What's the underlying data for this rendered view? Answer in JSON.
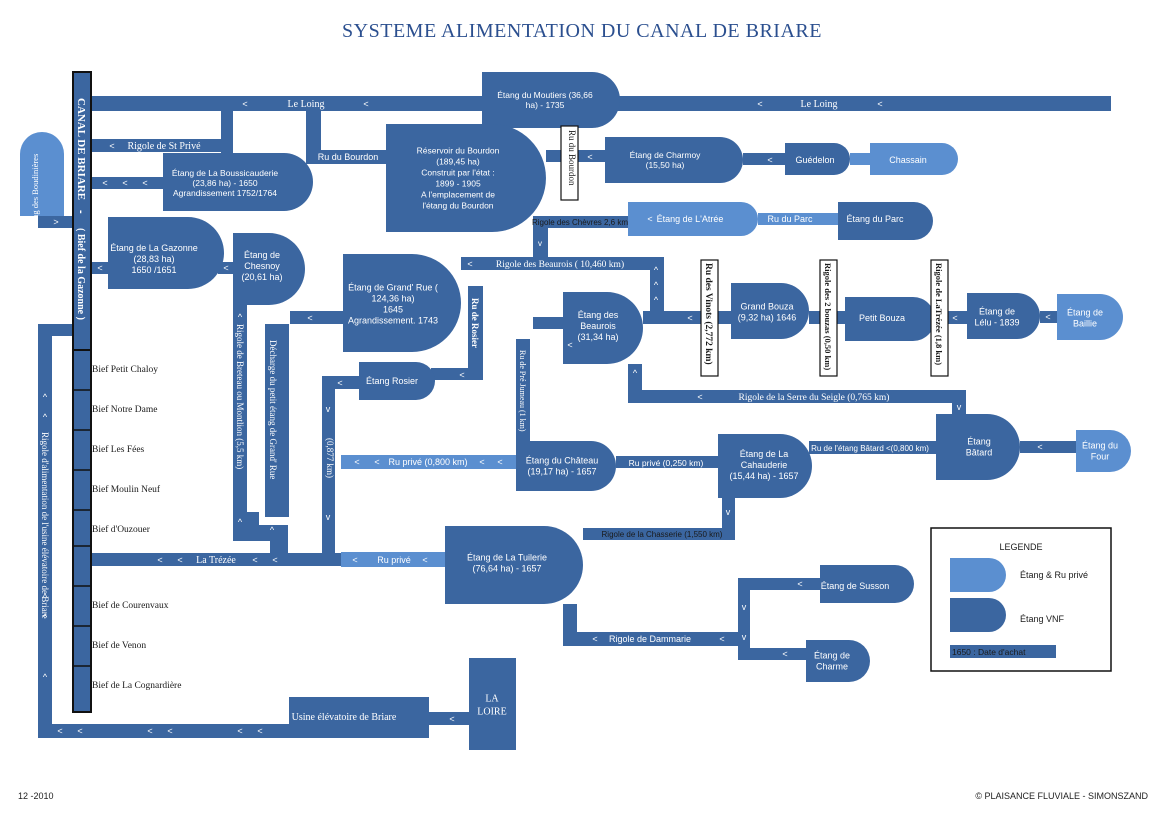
{
  "title": "SYSTEME ALIMENTATION DU CANAL DE BRIARE",
  "colors": {
    "vnf": "#3b66a0",
    "private": "#5b8fd0",
    "text_light": "#ffffff",
    "text_dark": "#1a1a1a"
  },
  "canal": {
    "title_line1": "CANAL DE BRIARE",
    "dash": "-",
    "title_line2": "( Bief de la Gazonne )"
  },
  "biefs": [
    "Bief Petit Chaloy",
    "Bief Notre Dame",
    "Bief Les Fées",
    "Bief Moulin Neuf",
    "Bief d'Ouzouer",
    "",
    "Bief de Courenvaux",
    "Bief de Venon",
    "Bief de La Cognardière"
  ],
  "ponds": {
    "boudinieres": "Étang des Boudinières",
    "moutiers": [
      "Étang du Moutiers (36,66",
      "ha) - 1735"
    ],
    "boussicauderie": [
      "Étang de La Boussicauderie",
      "(23,86 ha) - 1650",
      "Agrandissement 1752/1764"
    ],
    "bourdon": [
      "Réservoir du Bourdon",
      "(189,45 ha)",
      "Construit par l'état :",
      "1899 - 1905",
      "A l'emplacement de",
      "l'étang du Bourdon"
    ],
    "charmoy": [
      "Étang de Charmoy",
      "(15,50 ha)"
    ],
    "guedelon": "Guédelon",
    "chassain": "Chassain",
    "atree": "Étang de L'Atrée",
    "parc": "Étang du Parc",
    "gazonne": [
      "Étang de La Gazonne",
      "(28,83 ha)",
      "1650 /1651"
    ],
    "chesnoy": [
      "Étang de",
      "Chesnoy",
      "(20,61 ha)"
    ],
    "grand_rue": [
      "Étang de Grand' Rue (",
      "124,36 ha)",
      "1645",
      "Agrandissement. 1743"
    ],
    "beaurois": [
      "Étang des",
      "Beaurois",
      "(31,34 ha)"
    ],
    "grand_bouza": [
      "Grand Bouza",
      "(9,32 ha) 1646"
    ],
    "petit_bouza": "Petit Bouza",
    "lelu": [
      "Étang de",
      "Lélu - 1839"
    ],
    "baillie": [
      "Étang de",
      "Baillie"
    ],
    "rosier": "Étang  Rosier",
    "chateau": [
      "Étang du Château",
      "(19,17 ha) - 1657"
    ],
    "cahauderie": [
      "Étang de La",
      "Cahauderie",
      "(15,44 ha) - 1657"
    ],
    "batard": [
      "Étang",
      "Bâtard"
    ],
    "four": [
      "Étang du",
      "Four"
    ],
    "tuilerie": [
      "Étang de La Tuilerie",
      "(76,64 ha) - 1657"
    ],
    "susson": "Étang de Susson",
    "charme": [
      "Étang de",
      "Charme"
    ]
  },
  "channels": {
    "loing1": "Le Loing",
    "loing2": "Le Loing",
    "st_prive": "Rigole de St Privé",
    "ru_bourdon": "Ru du Bourdon",
    "ru_bourdon_v": "Ru du Bourdon",
    "chevres": "Rigole des Chèvres 2,6 km",
    "ru_parc": "Ru du Parc",
    "beaurois": "Rigole des Beaurois ( 10,460 km)",
    "vinots": "Ru des Vinots (2,772 km)",
    "deux_bouzas": "Rigole des 2 bouzas (0,50 km)",
    "trezee_rigole": "Rigole de LaTrézée (1,8 km)",
    "ru_rosier": "Ru de Rosier",
    "breteau": "Rigole de Breteau ou Montlion (5,5 km)",
    "decharge": "Décharge du petit étang de Grand' Rue",
    "v0877": "(0,877 km)",
    "pre_jumeau": "Ru de Pré Jumeau (1 km)",
    "serre": "Rigole de la Serre du Seigle  (0,765 km)",
    "ru_prive_0800": "Ru privé (0,800 km)",
    "ru_prive_0250": "Ru privé (0,250 km)",
    "ru_batard": "Ru de l'étang Bâtard  <(0,800 km)",
    "chasserie": "Rigole de la Chasserie (1,550 km)",
    "trezee": "La Trézée",
    "ru_prive": "Ru privé",
    "dammarie": "Rigole de Dammarie",
    "usine_rigole": "Rigole d'alimentation de l'usine élévatoire de Briare",
    "usine": "Usine élévatoire de Briare",
    "loire": [
      "LA",
      "LOIRE"
    ]
  },
  "legend": {
    "title": "LEGENDE",
    "private": "Étang & Ru privé",
    "vnf": "Étang VNF",
    "date": "1650 : Date d'achat"
  },
  "footer": {
    "left": "12 -2010",
    "right": "© PLAISANCE FLUVIALE - SIMONSZAND"
  }
}
